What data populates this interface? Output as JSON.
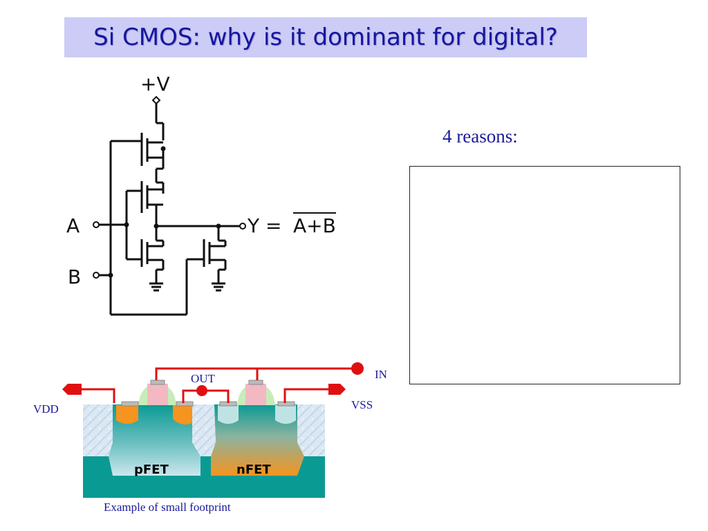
{
  "slide": {
    "title": "Si CMOS: why is it dominant for digital?",
    "reasons_label": "4 reasons:",
    "caption": "Example of small footprint"
  },
  "schematic": {
    "supply_label": "+V",
    "input_a": "A",
    "input_b": "B",
    "output_prefix": "Y = ",
    "output_expr": "A+B"
  },
  "cross_section": {
    "vdd_label": "VDD",
    "vss_label": "VSS",
    "out_label": "OUT",
    "in_label": "IN",
    "pfet_label": "pFET",
    "nfet_label": "nFET"
  },
  "colors": {
    "title_bg": "#ccccf7",
    "title_text": "#1616a0",
    "wire_red": "#e01010",
    "substrate_teal": "#0a9a94",
    "orange": "#f5941e"
  }
}
